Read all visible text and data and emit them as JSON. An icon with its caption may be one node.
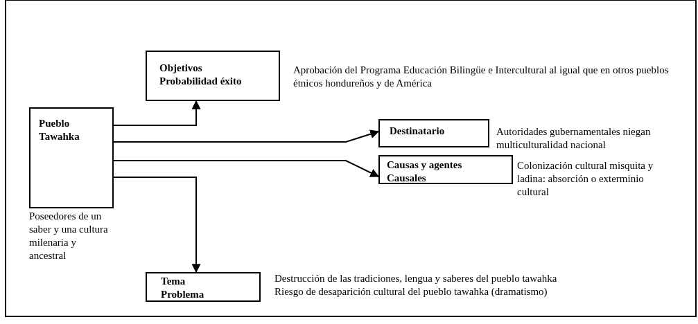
{
  "diagram": {
    "nodes": [
      {
        "text": [
          "Pueblo Tawahka"
        ],
        "beside": [
          "Poseedores de un saber y una cultura milenaria y ancestral"
        ]
      },
      {
        "text": [
          "Objetivos",
          "Probabilidad éxito"
        ],
        "beside": [
          "Aprobación del Programa Educación Bilingüe e Intercultural al igual que en otros pueblos étnicos hondureños y de América"
        ]
      },
      {
        "text": [
          "Destinatario"
        ],
        "beside": [
          "Autoridades gubernamentales niegan  multiculturalidad nacional"
        ]
      },
      {
        "text": [
          "Causas y agentes Causales"
        ],
        "beside": [
          "Colonización cultural misquita y ladina: absorción o exterminio cultural"
        ]
      },
      {
        "text": [
          "Tema",
          "Problema"
        ],
        "beside": [
          "Destrucción de las tradiciones, lengua y saberes del pueblo tawahka",
          "Riesgo de desaparición cultural del pueblo tawahka (dramatismo)"
        ]
      }
    ],
    "edges": [
      {
        "from": 0,
        "to": 1,
        "arrow": "to"
      },
      {
        "from": 0,
        "to": 2,
        "arrow": "to"
      },
      {
        "from": 0,
        "to": 3,
        "arrow": "to"
      },
      {
        "from": 0,
        "to": 4,
        "arrow": "to"
      }
    ]
  }
}
